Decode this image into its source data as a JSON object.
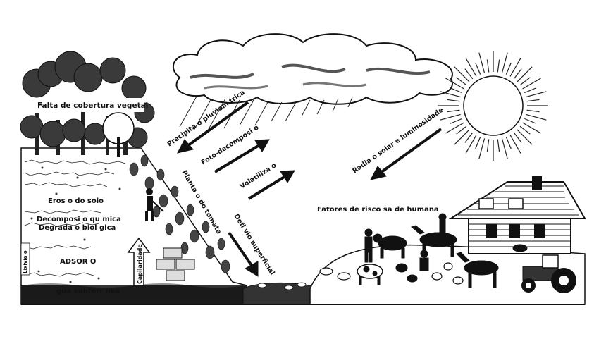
{
  "labels": {
    "falta_cobertura": "Falta de cobertura vegetal",
    "precipitacao": "Precipita   o pluviom  trica",
    "foto_decomposicao": "Foto-decomposi    o",
    "volatilizacao": "Volatiliza    o",
    "radiacao": "Radia    o solar e luminosidade",
    "plantacao": "Planta    o do tomate",
    "deflu_vio": "Defl  vio superficial",
    "erosao": "Eros   o do solo",
    "decomposicao": "Decomposi    o qu  mica",
    "degradacao": "Degrada    o biol  gica",
    "adsorcao": "ADSOR    O",
    "lixiviacao": "Lixivia    o",
    "capilaridade": "Capilaridade",
    "agua_subterranea": "  gua subterr  nea",
    "fatores_risco": "Fatores de risco      sa  de humana"
  },
  "colors": {
    "ink": "#111111",
    "paper": "#ffffff",
    "soil_dark": "#1a1a1a",
    "cloud_fill": "#ffffff",
    "shade": "#777777"
  }
}
